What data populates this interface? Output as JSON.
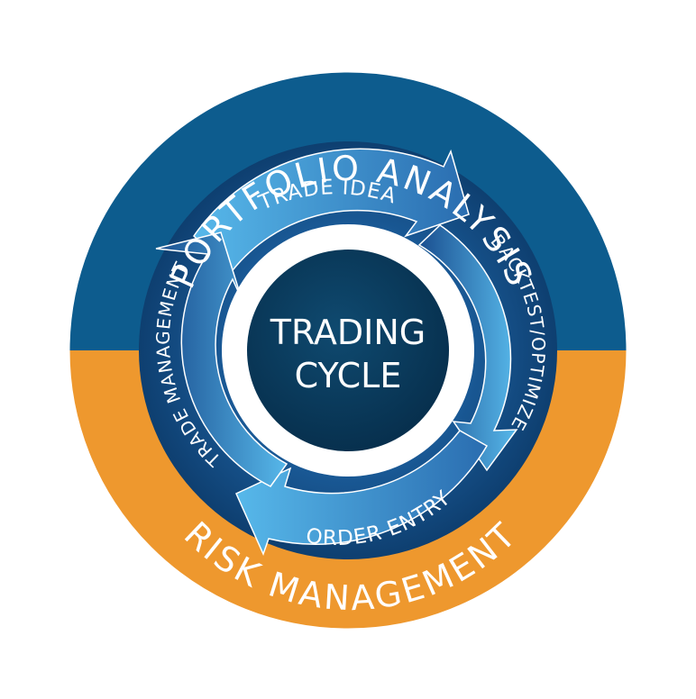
{
  "diagram": {
    "outer_top_label": "PORTFOLIO ANALYSIS",
    "outer_bottom_label": "RISK MANAGEMENT",
    "center_line1": "TRADING",
    "center_line2": "CYCLE",
    "steps": [
      {
        "label": "TRADE IDEA"
      },
      {
        "label": "BACKTEST/OPTIMIZE"
      },
      {
        "label": "ORDER ENTRY"
      },
      {
        "label": "TRADE MANAGEMENT"
      }
    ]
  },
  "colors": {
    "top_band": "#0D5C8E",
    "bottom_band": "#EE982E",
    "ring_dark": "#0E3F70",
    "arrow_light": "#57B8EA",
    "arrow_dark": "#1A4F90",
    "center_circle": "#0A3A5C"
  }
}
